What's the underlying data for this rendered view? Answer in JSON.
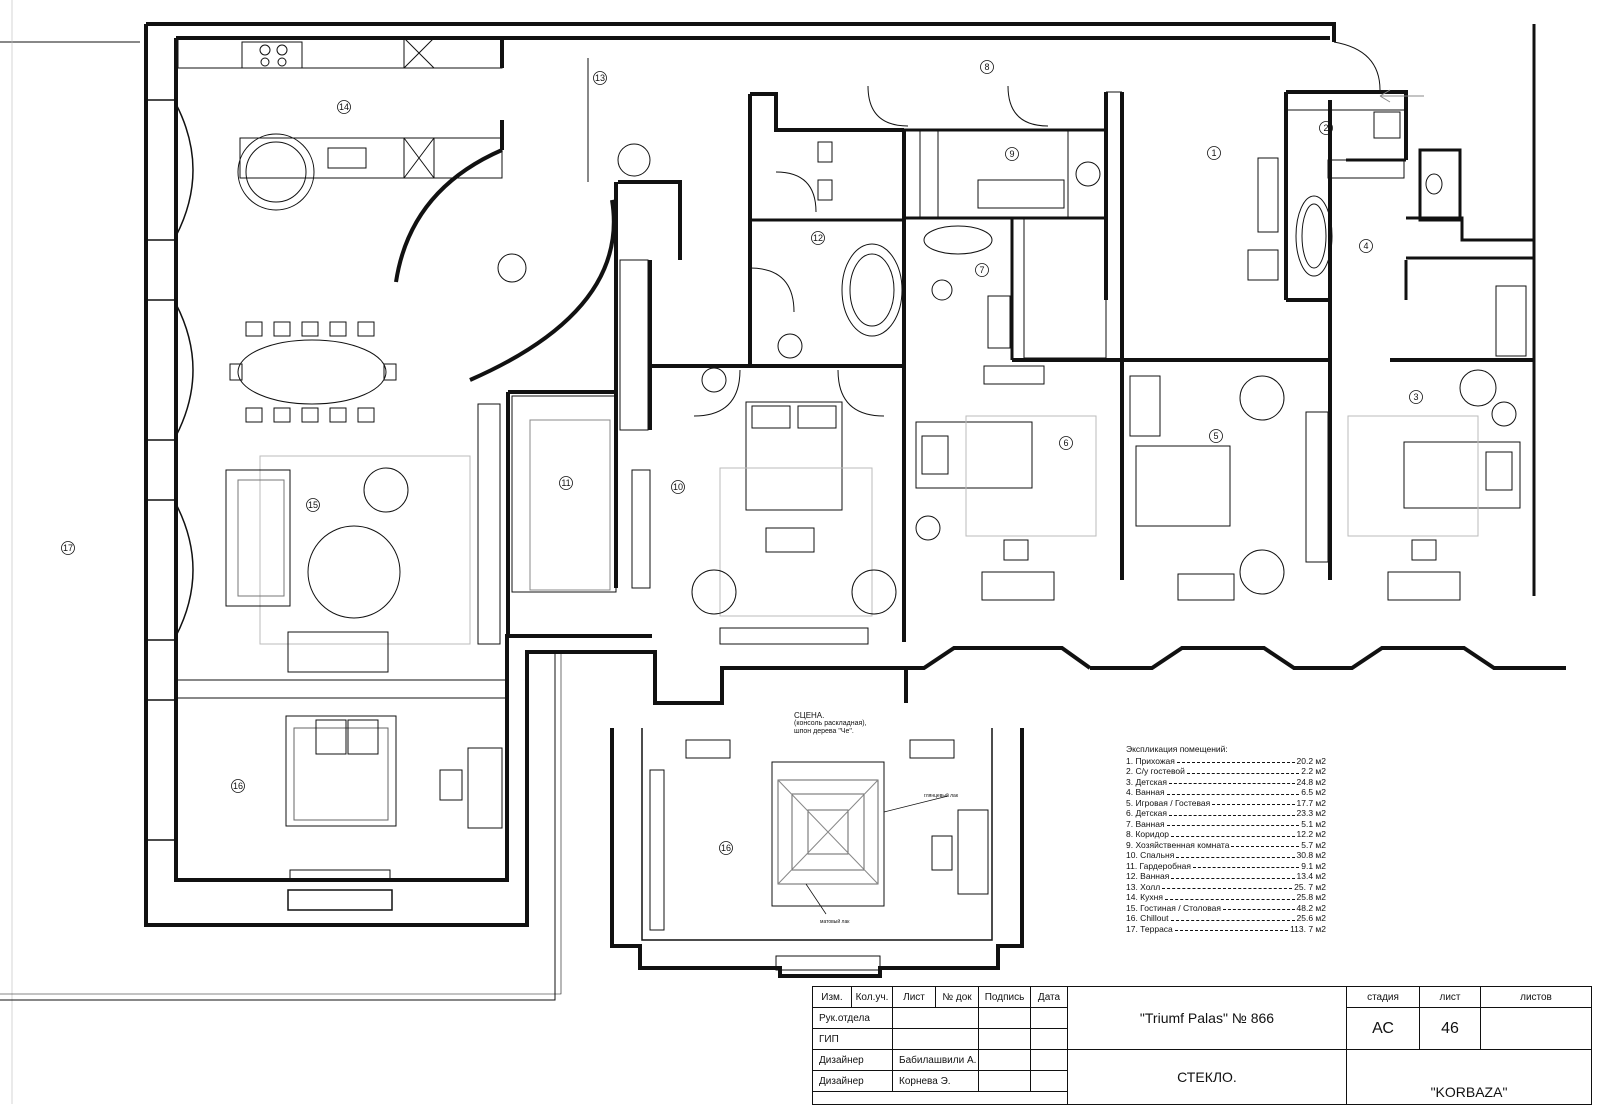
{
  "rooms": [
    {
      "num": "1"
    },
    {
      "num": "2"
    },
    {
      "num": "3"
    },
    {
      "num": "4"
    },
    {
      "num": "5"
    },
    {
      "num": "6"
    },
    {
      "num": "7"
    },
    {
      "num": "8"
    },
    {
      "num": "9"
    },
    {
      "num": "10"
    },
    {
      "num": "11"
    },
    {
      "num": "12"
    },
    {
      "num": "13"
    },
    {
      "num": "14"
    },
    {
      "num": "15"
    },
    {
      "num": "16"
    },
    {
      "num": "16"
    },
    {
      "num": "17"
    }
  ],
  "stage_note": {
    "line1": "СЦЕНА.",
    "line2": "(консоль раскладная),",
    "line3": "шпон дерева \"Че\"."
  },
  "callouts": {
    "glossy": "глянцевый лак",
    "matte": "матовый лак"
  },
  "legend": {
    "title": "Экспликация помещений:",
    "items": [
      {
        "name": "1. Прихожая",
        "area": "20.2 м2"
      },
      {
        "name": "2. С/у гостевой",
        "area": "2.2 м2"
      },
      {
        "name": "3. Детская",
        "area": "24.8 м2"
      },
      {
        "name": "4. Ванная",
        "area": "6.5 м2"
      },
      {
        "name": "5. Игровая / Гостевая",
        "area": "17.7 м2"
      },
      {
        "name": "6. Детская",
        "area": "23.3 м2"
      },
      {
        "name": "7. Ванная",
        "area": "5.1 м2"
      },
      {
        "name": "8. Коридор",
        "area": "12.2 м2"
      },
      {
        "name": "9. Хозяйственная комната",
        "area": "5.7 м2"
      },
      {
        "name": "10. Спальня",
        "area": "30.8 м2"
      },
      {
        "name": "11. Гардеробная",
        "area": "9.1 м2"
      },
      {
        "name": "12. Ванная",
        "area": "13.4 м2"
      },
      {
        "name": "13. Холл",
        "area": "25. 7 м2"
      },
      {
        "name": "14. Кухня",
        "area": "25.8 м2"
      },
      {
        "name": "15. Гостиная / Столовая",
        "area": "48.2 м2"
      },
      {
        "name": "16. Chillout",
        "area": "25.6 м2"
      },
      {
        "name": "17. Терраса",
        "area": "113. 7 м2"
      }
    ]
  },
  "title_block": {
    "headers": [
      "Изм.",
      "Кол.уч.",
      "Лист",
      "№ док",
      "Подпись",
      "Дата"
    ],
    "roles": [
      "Рук.отдела",
      "ГИП",
      "Дизайнер",
      "Дизайнер"
    ],
    "names": [
      "",
      "",
      "Бабилашвили А.",
      "Корнева Э."
    ],
    "project": "\"Triumf Palas\" № 866",
    "sheet_title": "СТЕКЛО.",
    "stage_label": "стадия",
    "stage": "АС",
    "sheet_label": "лист",
    "sheet": "46",
    "sheets_label": "листов",
    "sheets": "",
    "company": "\"KORBAZA\""
  }
}
